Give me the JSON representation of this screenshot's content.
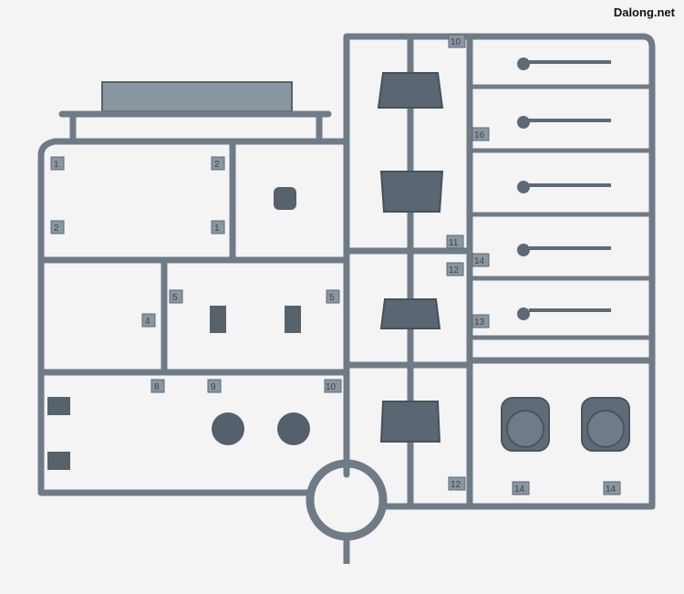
{
  "watermark": "Dalong.net",
  "colors": {
    "background": "#f4f4f4",
    "plastic": "#6f7c87",
    "plastic_dark": "#4f5b66",
    "label_tab": "#8a96a0"
  },
  "part_labels": {
    "l1": "1",
    "l2": "2",
    "l3": "2",
    "l4": "1",
    "l5": "5",
    "l6": "4",
    "l7": "5",
    "l8": "8",
    "l9": "9",
    "l10": "10",
    "l11": "11",
    "l12": "12",
    "l13": "13",
    "l14": "14",
    "l15": "16",
    "l16": "12",
    "l17": "14",
    "l18": "14",
    "l19": "10"
  }
}
